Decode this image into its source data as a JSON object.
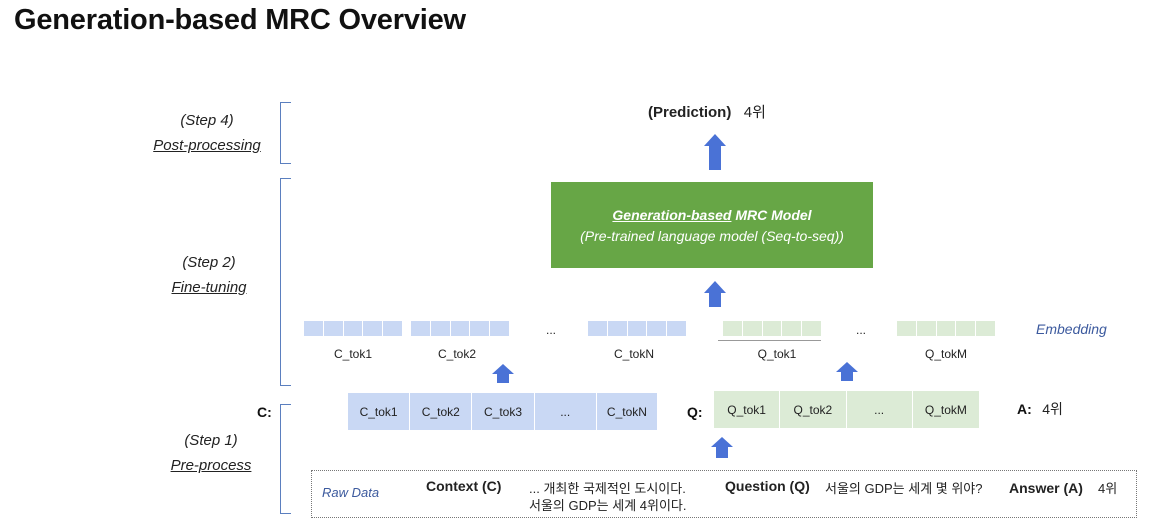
{
  "title": "Generation-based MRC Overview",
  "steps": {
    "step4": {
      "num": "(Step 4)",
      "name": "Post-processing"
    },
    "step2": {
      "num": "(Step 2)",
      "name": "Fine-tuning"
    },
    "step1": {
      "num": "(Step 1)",
      "name": "Pre-process"
    }
  },
  "prediction": {
    "label": "(Prediction)",
    "value": "4위"
  },
  "model": {
    "name_underlined": "Generation-based",
    "name_rest": " MRC Model",
    "subtitle": "(Pre-trained language model (Seq-to-seq))"
  },
  "embedding": {
    "label": "Embedding",
    "tokens": [
      "C_tok1",
      "C_tok2",
      "C_tokN",
      "Q_tok1",
      "Q_tokM"
    ],
    "ellipsis": "..."
  },
  "context_row": {
    "label": "C:",
    "cells": [
      "C_tok1",
      "C_tok2",
      "C_tok3",
      "...",
      "C_tokN"
    ]
  },
  "question_row": {
    "label": "Q:",
    "cells": [
      "Q_tok1",
      "Q_tok2",
      "...",
      "Q_tokM"
    ]
  },
  "answer": {
    "label": "A:",
    "value": "4위"
  },
  "raw_data": {
    "label": "Raw Data",
    "context_label": "Context (C)",
    "context_line1": "... 개최한 국제적인 도시이다.",
    "context_line2": "서울의 GDP는 세계 4위이다.",
    "question_label": "Question (Q)",
    "question_text": "서울의 GDP는 세계 몇 위야?",
    "answer_label": "Answer (A)",
    "answer_text": "4위"
  },
  "colors": {
    "arrow": "#4a72d6",
    "model_green": "#67a646",
    "token_blue": "#c9d8f4",
    "token_green": "#dcebd6",
    "bracket": "#5b7fbf",
    "embedding_text": "#3c5a9e"
  }
}
